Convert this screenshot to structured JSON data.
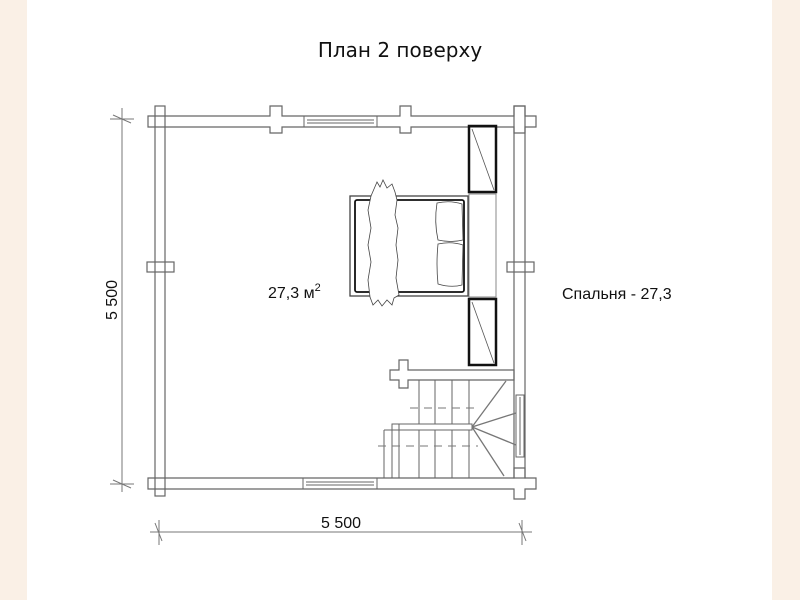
{
  "title": "План 2 поверху",
  "room": {
    "area_value": "27,3 м",
    "area_unit_sup": "2",
    "legend": "Спальня - 27,3"
  },
  "dimensions": {
    "horizontal": "5 500",
    "vertical": "5 500"
  },
  "colors": {
    "page_background": "#faf0e6",
    "sheet": "#ffffff",
    "wall_line": "#555555",
    "furniture_bold": "#111111"
  }
}
